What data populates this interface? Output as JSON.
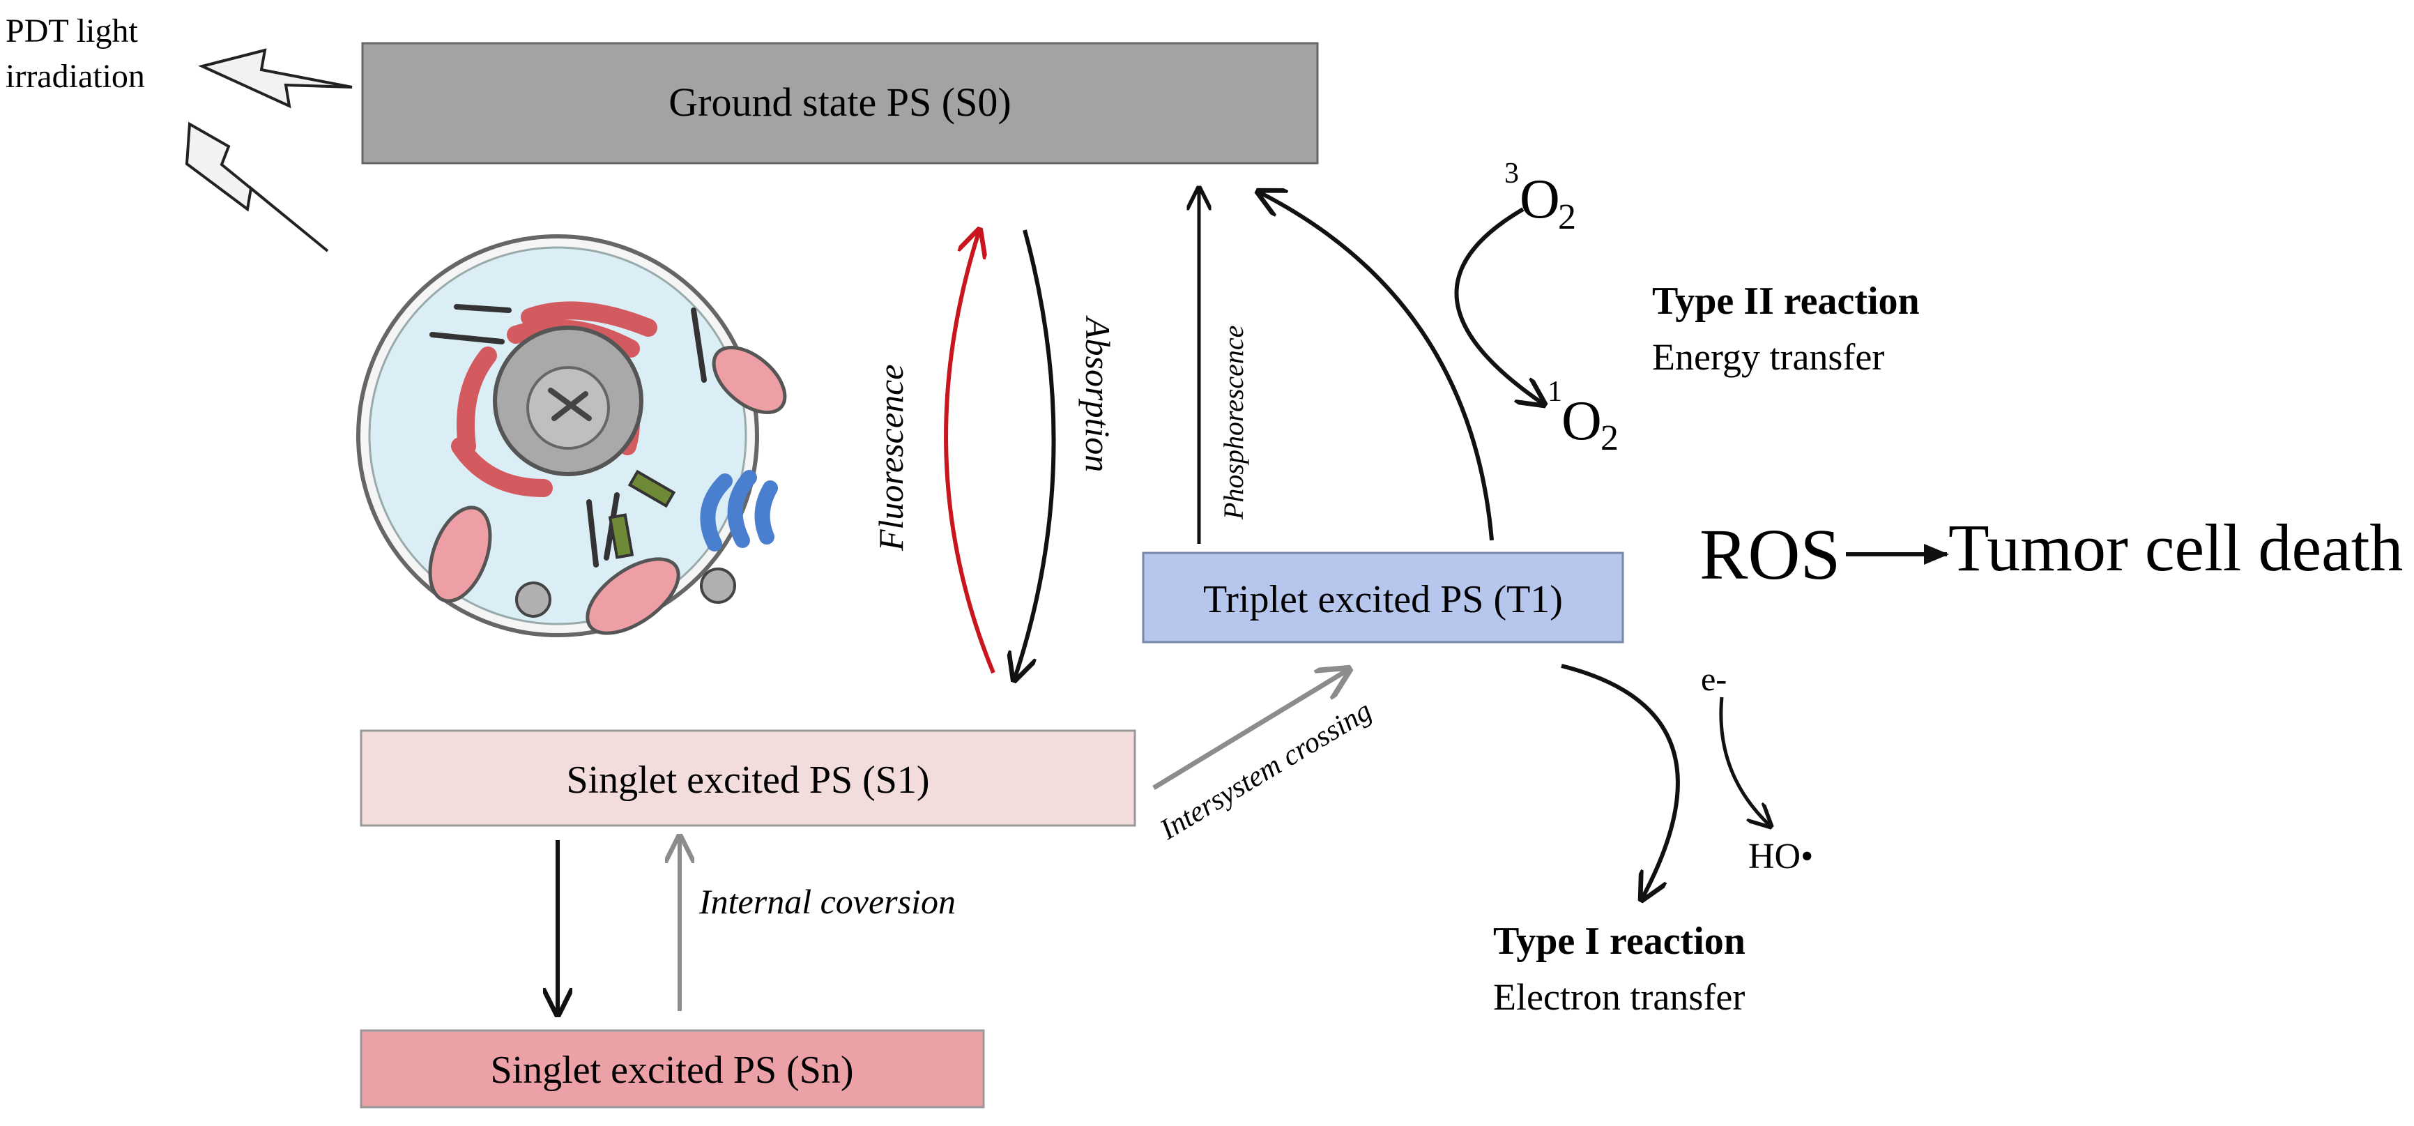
{
  "light": {
    "line1": "PDT light",
    "line2": "irradiation"
  },
  "states": {
    "s0": "Ground state PS (S0)",
    "s1": "Singlet excited PS (S1)",
    "sn": "Singlet excited PS (Sn)",
    "t1": "Triplet excited PS (T1)"
  },
  "processes": {
    "fluorescence": "Fluorescence",
    "absorption": "Absorption",
    "phosphorescence": "Phosphorescence",
    "intersystem": "Intersystem crossing",
    "internal": "Internal coversion"
  },
  "type2": {
    "title": "Type II reaction",
    "subtitle": "Energy transfer",
    "o2_triplet_sup": "3",
    "o2_singlet_sup": "1",
    "o2_base": "O",
    "o2_sub": "2"
  },
  "type1": {
    "title": "Type I reaction",
    "subtitle": "Electron transfer",
    "electron": "e-",
    "hydroxyl": "HO•"
  },
  "outcome": {
    "ros": "ROS",
    "death": "Tumor cell death"
  },
  "colors": {
    "s0_fill": "#a3a3a3",
    "s1_fill": "#f3dcdc",
    "sn_fill": "#eba1a6",
    "t1_fill": "#b7c6ec",
    "fluorescence_arrow": "#c8161e",
    "grey_arrow": "#8c8c8c"
  }
}
